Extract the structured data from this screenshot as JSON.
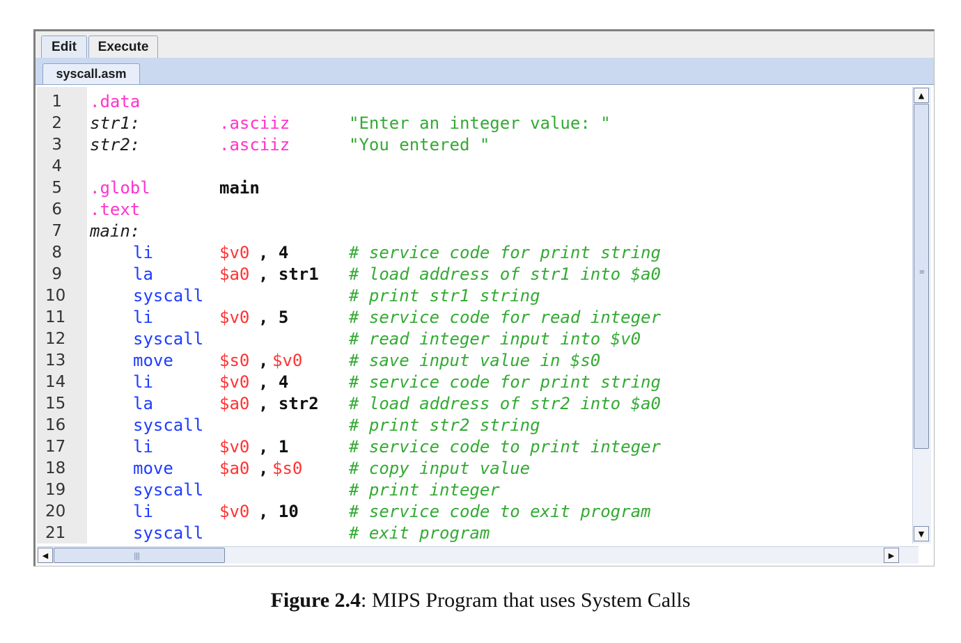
{
  "tabs": {
    "edit": "Edit",
    "execute": "Execute"
  },
  "file_tab": "syscall.asm",
  "code": [
    {
      "n": "1",
      "tokens": [
        {
          "t": ".data",
          "c": "dir",
          "col": 0
        }
      ]
    },
    {
      "n": "2",
      "tokens": [
        {
          "t": "str1:",
          "c": "lbl",
          "col": 0
        },
        {
          "t": ".asciiz",
          "c": "dir",
          "col": 1
        },
        {
          "t": "\"Enter an integer value: \"",
          "c": "str",
          "col": 3
        }
      ]
    },
    {
      "n": "3",
      "tokens": [
        {
          "t": "str2:",
          "c": "lbl",
          "col": 0
        },
        {
          "t": ".asciiz",
          "c": "dir",
          "col": 1
        },
        {
          "t": "\"You entered \"",
          "c": "str",
          "col": 3
        }
      ]
    },
    {
      "n": "4",
      "tokens": []
    },
    {
      "n": "5",
      "tokens": [
        {
          "t": ".globl",
          "c": "dir",
          "col": 0
        },
        {
          "t": "main",
          "c": "ident",
          "col": 1
        }
      ]
    },
    {
      "n": "6",
      "tokens": [
        {
          "t": ".text",
          "c": "dir",
          "col": 0
        }
      ]
    },
    {
      "n": "7",
      "tokens": [
        {
          "t": "main:",
          "c": "lbl",
          "col": 0
        }
      ]
    },
    {
      "n": "8",
      "tokens": [
        {
          "t": "li",
          "c": "ins",
          "col": 4
        },
        {
          "t": "$v0",
          "c": "reg",
          "col": 1
        },
        {
          "t": ", 4",
          "c": "ident",
          "col": 2
        },
        {
          "t": "# service code for print string",
          "c": "cmt",
          "col": 3
        }
      ]
    },
    {
      "n": "9",
      "tokens": [
        {
          "t": "la",
          "c": "ins",
          "col": 4
        },
        {
          "t": "$a0",
          "c": "reg",
          "col": 1
        },
        {
          "t": ", str1",
          "c": "ident",
          "col": 2
        },
        {
          "t": "# load address of str1 into $a0",
          "c": "cmt",
          "col": 3
        }
      ]
    },
    {
      "n": "10",
      "tokens": [
        {
          "t": "syscall",
          "c": "ins",
          "col": 4
        },
        {
          "t": "# print str1 string",
          "c": "cmt",
          "col": 3
        }
      ]
    },
    {
      "n": "11",
      "tokens": [
        {
          "t": "li",
          "c": "ins",
          "col": 4
        },
        {
          "t": "$v0",
          "c": "reg",
          "col": 1
        },
        {
          "t": ", 5",
          "c": "ident",
          "col": 2
        },
        {
          "t": "# service code for read integer",
          "c": "cmt",
          "col": 3
        }
      ]
    },
    {
      "n": "12",
      "tokens": [
        {
          "t": "syscall",
          "c": "ins",
          "col": 4
        },
        {
          "t": "# read integer input into $v0",
          "c": "cmt",
          "col": 3
        }
      ]
    },
    {
      "n": "13",
      "tokens": [
        {
          "t": "move",
          "c": "ins",
          "col": 4
        },
        {
          "t": "$s0",
          "c": "reg",
          "col": 1
        },
        {
          "t": ",",
          "c": "ident",
          "col": 2
        },
        {
          "t": "$v0",
          "c": "reg",
          "col": 5
        },
        {
          "t": "# save input value in $s0",
          "c": "cmt",
          "col": 3
        }
      ]
    },
    {
      "n": "14",
      "tokens": [
        {
          "t": "li",
          "c": "ins",
          "col": 4
        },
        {
          "t": "$v0",
          "c": "reg",
          "col": 1
        },
        {
          "t": ", 4",
          "c": "ident",
          "col": 2
        },
        {
          "t": "# service code for print string",
          "c": "cmt",
          "col": 3
        }
      ]
    },
    {
      "n": "15",
      "tokens": [
        {
          "t": "la",
          "c": "ins",
          "col": 4
        },
        {
          "t": "$a0",
          "c": "reg",
          "col": 1
        },
        {
          "t": ", str2",
          "c": "ident",
          "col": 2
        },
        {
          "t": "# load address of str2 into $a0",
          "c": "cmt",
          "col": 3
        }
      ]
    },
    {
      "n": "16",
      "tokens": [
        {
          "t": "syscall",
          "c": "ins",
          "col": 4
        },
        {
          "t": "# print str2 string",
          "c": "cmt",
          "col": 3
        }
      ]
    },
    {
      "n": "17",
      "tokens": [
        {
          "t": "li",
          "c": "ins",
          "col": 4
        },
        {
          "t": "$v0",
          "c": "reg",
          "col": 1
        },
        {
          "t": ", 1",
          "c": "ident",
          "col": 2
        },
        {
          "t": "# service code to print integer",
          "c": "cmt",
          "col": 3
        }
      ]
    },
    {
      "n": "18",
      "tokens": [
        {
          "t": "move",
          "c": "ins",
          "col": 4
        },
        {
          "t": "$a0",
          "c": "reg",
          "col": 1
        },
        {
          "t": ",",
          "c": "ident",
          "col": 2
        },
        {
          "t": "$s0",
          "c": "reg",
          "col": 5
        },
        {
          "t": "# copy input value",
          "c": "cmt",
          "col": 3
        }
      ]
    },
    {
      "n": "19",
      "tokens": [
        {
          "t": "syscall",
          "c": "ins",
          "col": 4
        },
        {
          "t": "# print integer",
          "c": "cmt",
          "col": 3
        }
      ]
    },
    {
      "n": "20",
      "tokens": [
        {
          "t": "li",
          "c": "ins",
          "col": 4
        },
        {
          "t": "$v0",
          "c": "reg",
          "col": 1
        },
        {
          "t": ", 10",
          "c": "ident",
          "col": 2
        },
        {
          "t": "# service code to exit program",
          "c": "cmt",
          "col": 3
        }
      ]
    },
    {
      "n": "21",
      "tokens": [
        {
          "t": "syscall",
          "c": "ins",
          "col": 4
        },
        {
          "t": "# exit program",
          "c": "cmt",
          "col": 3
        }
      ]
    }
  ],
  "caption": {
    "label": "Figure 2.4",
    "text": ": MIPS Program that uses System Calls"
  },
  "icons": {
    "scroll_up": "scroll-up-arrow-icon",
    "scroll_down": "scroll-down-arrow-icon",
    "scroll_left": "scroll-left-arrow-icon",
    "scroll_right": "scroll-right-arrow-icon"
  }
}
